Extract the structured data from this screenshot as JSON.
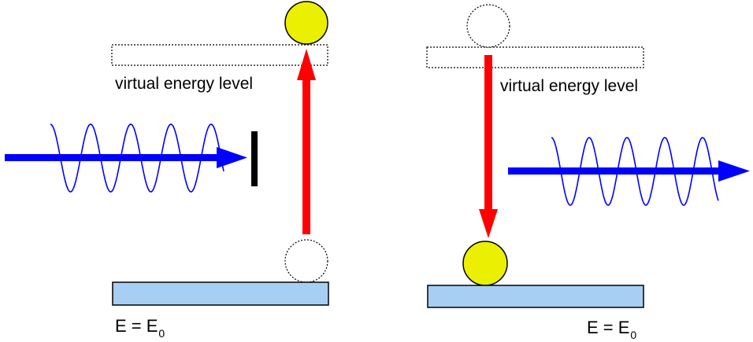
{
  "colors": {
    "particle_fill": "#ebf000",
    "ground_fill": "#a7cff3",
    "transition_arrow": "#ff0000",
    "photon": "#0000ff",
    "stroke": "#000000",
    "background": "#ffffff"
  },
  "left_panel": {
    "virtual_level_label": "virtual energy level",
    "ground_label": {
      "main": "E = E",
      "subscript": "0"
    }
  },
  "right_panel": {
    "virtual_level_label": "virtual energy level",
    "ground_label": {
      "main": "E = E",
      "subscript": "0"
    }
  }
}
